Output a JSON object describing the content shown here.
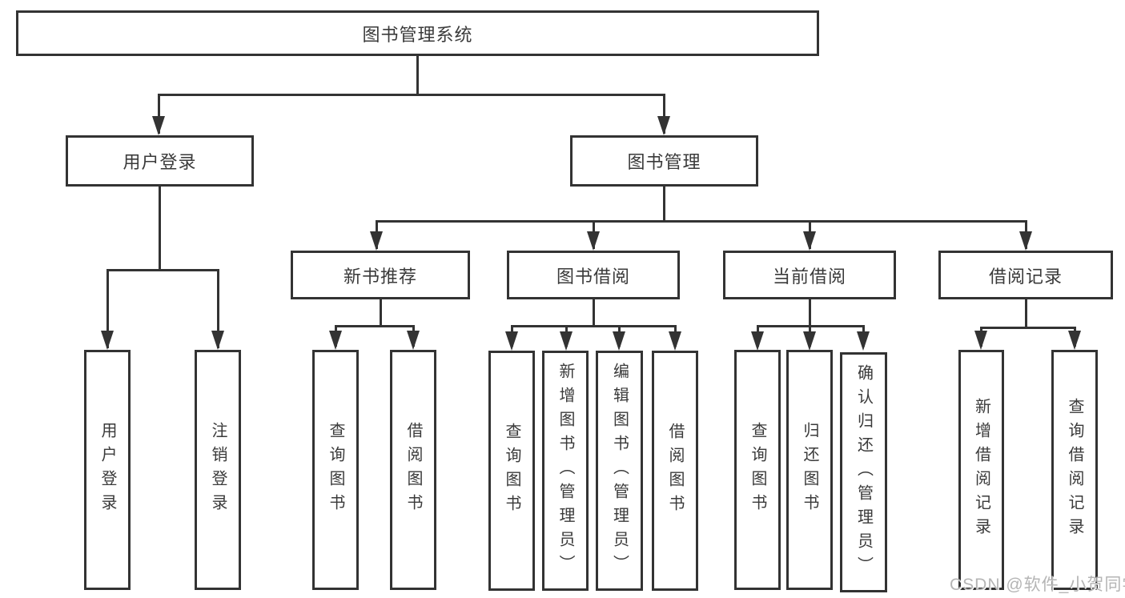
{
  "diagram": {
    "nodes": {
      "root": "图书管理系统",
      "user_login": "用户登录",
      "book_mgmt": "图书管理",
      "new_books": "新书推荐",
      "book_borrow": "图书借阅",
      "current_borrow": "当前借阅",
      "borrow_records": "借阅记录",
      "leaf_user_login": "用户登录",
      "leaf_logout": "注销登录",
      "leaf_nb_query": "查询图书",
      "leaf_nb_borrow": "借阅图书",
      "leaf_bb_query": "查询图书",
      "leaf_bb_add": "新增图书（管理员）",
      "leaf_bb_edit": "编辑图书（管理员）",
      "leaf_bb_borrow": "借阅图书",
      "leaf_cb_query": "查询图书",
      "leaf_cb_return": "归还图书",
      "leaf_cb_confirm": "确认归还（管理员）",
      "leaf_br_add": "新增借阅记录",
      "leaf_br_query": "查询借阅记录"
    },
    "line_color": "#333333",
    "watermark": "CSDN @软件_小贺同学"
  }
}
